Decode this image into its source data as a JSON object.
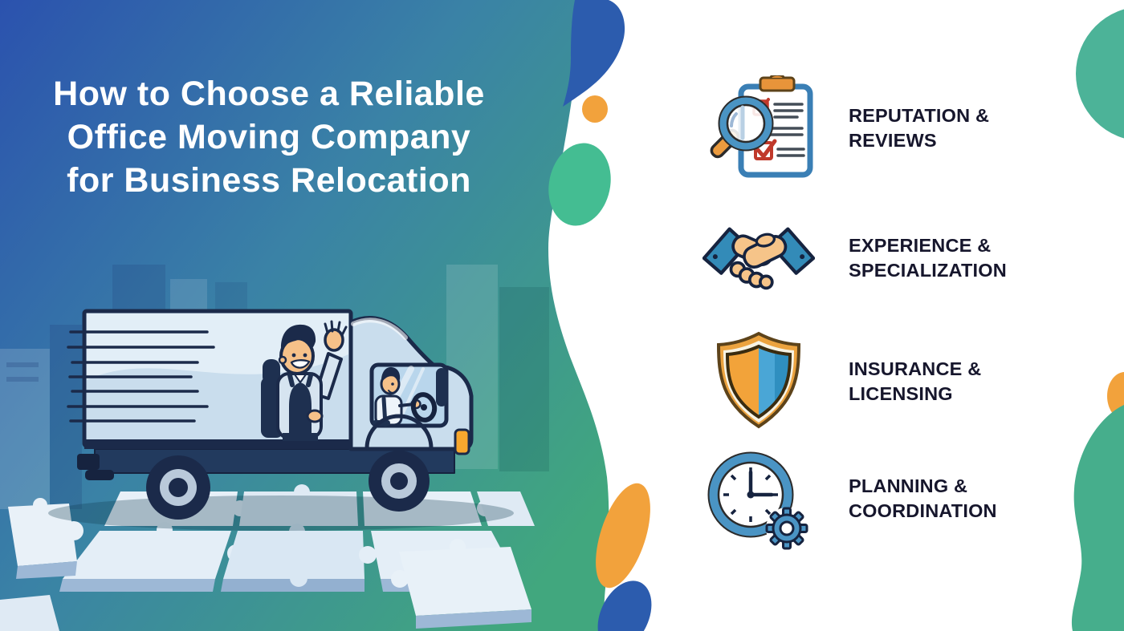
{
  "title": {
    "lines": [
      "How to Choose a Reliable",
      "Office Moving Company",
      "for Business Relocation"
    ]
  },
  "items": [
    {
      "id": "reputation-reviews",
      "icon": "clipboard-magnifier-icon",
      "lines": [
        "REPUTATION &",
        "REVIEWS"
      ]
    },
    {
      "id": "experience-specialization",
      "icon": "handshake-icon",
      "lines": [
        "EXPERIENCE &",
        "SPECIALIZATION"
      ]
    },
    {
      "id": "insurance-licensing",
      "icon": "shield-icon",
      "lines": [
        "INSURANCE &",
        "LICENSING"
      ]
    },
    {
      "id": "planning-coordination",
      "icon": "clock-gear-icon",
      "lines": [
        "PLANNING &",
        "COORDINATION"
      ]
    }
  ],
  "illustration": {
    "name": "moving-truck-on-puzzle-floor"
  },
  "colors": {
    "gradient_start": "#2b52ae",
    "gradient_mid": "#3a82a6",
    "gradient_end": "#41a77e",
    "title_text": "#ffffff",
    "label_text": "#16162c",
    "blob_blue": "#2c5cae",
    "blob_orange": "#f2a23c",
    "blob_green": "#44bd92",
    "corner_green": "#4cb398",
    "truck_outline": "#1b2a4a",
    "truck_body": "#c9dded",
    "icon_blue": "#4a94c4",
    "icon_orange": "#ee9f3c",
    "check_red": "#c0392b"
  }
}
